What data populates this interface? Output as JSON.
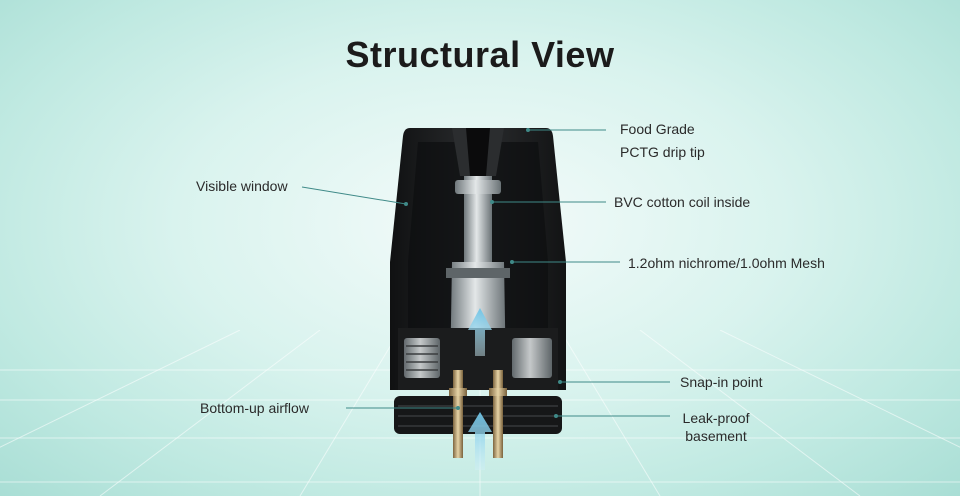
{
  "title": "Structural View",
  "callouts": {
    "drip_tip_line1": "Food Grade",
    "drip_tip_line2": "PCTG drip tip",
    "coil": "BVC cotton coil inside",
    "resistance": "1.2ohm nichrome/1.0ohm Mesh",
    "snap_in": "Snap-in point",
    "leak_proof_line1": "Leak-proof",
    "leak_proof_line2": "basement",
    "window": "Visible window",
    "airflow": "Bottom-up airflow"
  },
  "colors": {
    "pod_shell": "#1c1d1e",
    "coil_metal": "#9aa2a6",
    "pin_brass": "#b59a6a",
    "airflow_arrow": "#8fd0ea",
    "leader_line": "#3f8a88"
  }
}
